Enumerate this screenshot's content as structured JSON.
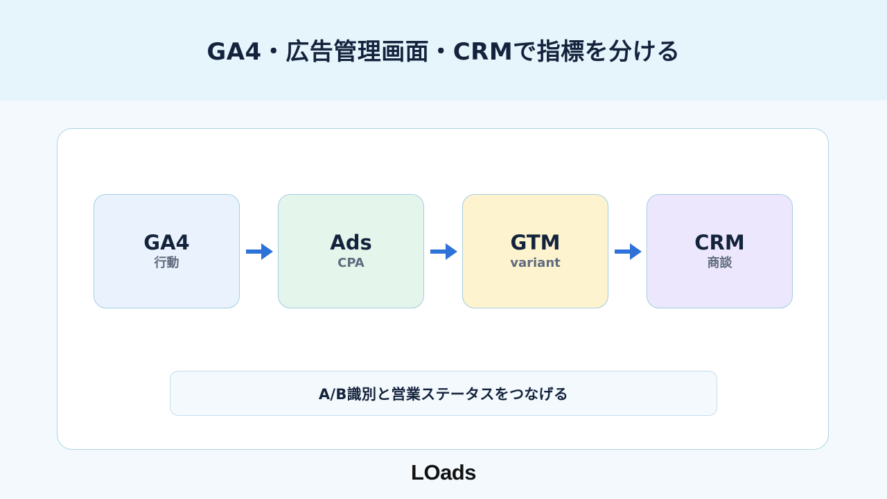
{
  "title": "GA4・広告管理画面・CRMで指標を分ける",
  "flow": [
    {
      "title": "GA4",
      "subtitle": "行動",
      "fill": "#eaf3fd"
    },
    {
      "title": "Ads",
      "subtitle": "CPA",
      "fill": "#e4f6ec"
    },
    {
      "title": "GTM",
      "subtitle": "variant",
      "fill": "#fdf3cf"
    },
    {
      "title": "CRM",
      "subtitle": "商談",
      "fill": "#ede7fd"
    }
  ],
  "note": "A/B識別と営業ステータスをつなげる",
  "logo": "LOads",
  "colors": {
    "arrow": "#2d72d9",
    "title_text": "#14233c",
    "header_bg": "#e6f4fc"
  },
  "icons": [
    "arrow-right-icon"
  ]
}
